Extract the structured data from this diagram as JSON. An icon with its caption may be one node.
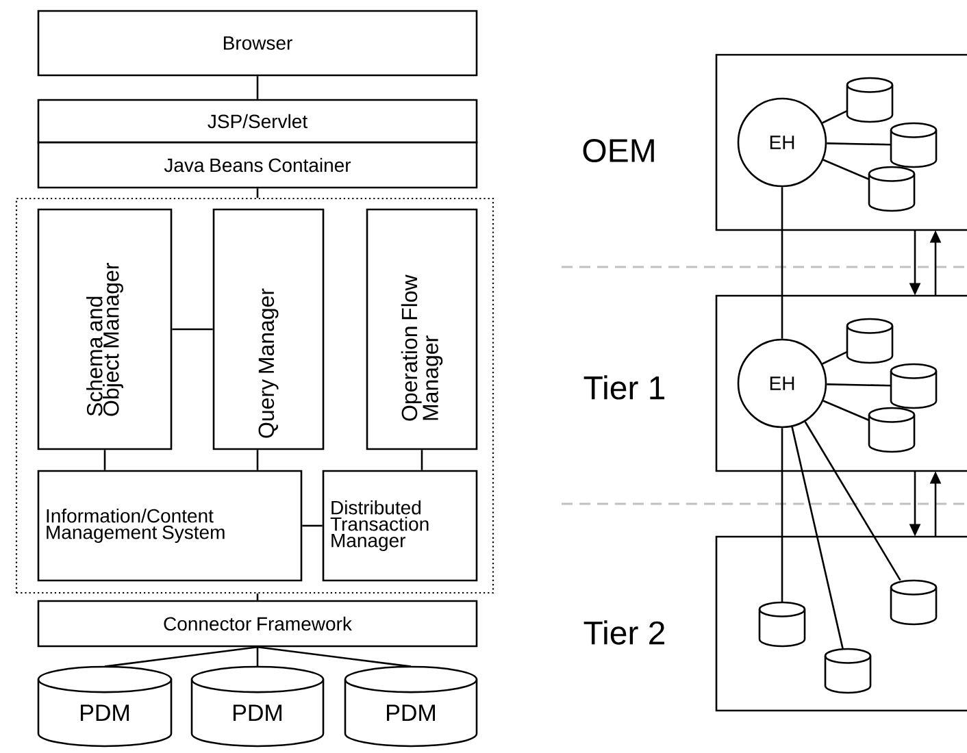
{
  "diagram": {
    "nodes": [
      {
        "text": [
          "Browser"
        ]
      },
      {
        "text": [
          "JSP/Servlet"
        ]
      },
      {
        "text": [
          "Java Beans Container"
        ]
      },
      {
        "text": [],
        "shape": "box"
      },
      {
        "text": [
          "Schema and Object Manager"
        ],
        "in": 3
      },
      {
        "text": [
          "Query Manager"
        ],
        "in": 3
      },
      {
        "text": [
          "Operation Flow Manager"
        ],
        "in": 3
      },
      {
        "text": [
          "Information/Content Management System"
        ],
        "in": 3
      },
      {
        "text": [
          "Distributed Transaction Manager"
        ],
        "in": 3
      },
      {
        "text": [
          "Connector Framework"
        ]
      },
      {
        "text": [
          "PDM"
        ]
      },
      {
        "text": [
          "PDM"
        ]
      },
      {
        "text": [
          "PDM"
        ]
      },
      {
        "text": [
          "OEM"
        ]
      },
      {
        "text": [
          "EH"
        ],
        "in": 13
      },
      {
        "text": [],
        "shape": "cylinder",
        "in": 13
      },
      {
        "text": [],
        "shape": "cylinder",
        "in": 13
      },
      {
        "text": [],
        "shape": "cylinder",
        "in": 13
      },
      {
        "text": [
          "Tier 1"
        ]
      },
      {
        "text": [
          "EH"
        ],
        "in": 18
      },
      {
        "text": [],
        "shape": "cylinder",
        "in": 18
      },
      {
        "text": [],
        "shape": "cylinder",
        "in": 18
      },
      {
        "text": [],
        "shape": "cylinder",
        "in": 18
      },
      {
        "text": [
          "Tier 2"
        ]
      },
      {
        "text": [],
        "shape": "cylinder",
        "in": 23
      },
      {
        "text": [],
        "shape": "cylinder",
        "in": 23
      },
      {
        "text": [],
        "shape": "cylinder",
        "in": 23
      }
    ],
    "edges": [
      {
        "from": 0,
        "to": 1,
        "arrow": "none"
      },
      {
        "from": 2,
        "to": 3,
        "arrow": "none"
      },
      {
        "from": 4,
        "to": 5,
        "arrow": "none"
      },
      {
        "from": 4,
        "to": 7,
        "arrow": "none"
      },
      {
        "from": 5,
        "to": 7,
        "arrow": "none"
      },
      {
        "from": 6,
        "to": 8,
        "arrow": "none"
      },
      {
        "from": 7,
        "to": 8,
        "arrow": "none"
      },
      {
        "from": 3,
        "to": 9,
        "arrow": "none"
      },
      {
        "from": 9,
        "to": 10,
        "arrow": "none"
      },
      {
        "from": 9,
        "to": 11,
        "arrow": "none"
      },
      {
        "from": 9,
        "to": 12,
        "arrow": "none"
      },
      {
        "from": 14,
        "to": 15,
        "arrow": "none"
      },
      {
        "from": 14,
        "to": 16,
        "arrow": "none"
      },
      {
        "from": 14,
        "to": 17,
        "arrow": "none"
      },
      {
        "from": 13,
        "to": 18,
        "arrow": "to"
      },
      {
        "from": 18,
        "to": 13,
        "arrow": "to"
      },
      {
        "from": 14,
        "to": 19,
        "arrow": "none"
      },
      {
        "from": 19,
        "to": 20,
        "arrow": "none"
      },
      {
        "from": 19,
        "to": 21,
        "arrow": "none"
      },
      {
        "from": 19,
        "to": 22,
        "arrow": "none"
      },
      {
        "from": 18,
        "to": 23,
        "arrow": "to"
      },
      {
        "from": 23,
        "to": 18,
        "arrow": "to"
      },
      {
        "from": 19,
        "to": 24,
        "arrow": "none"
      },
      {
        "from": 19,
        "to": 25,
        "arrow": "none"
      },
      {
        "from": 19,
        "to": 26,
        "arrow": "none"
      }
    ]
  }
}
